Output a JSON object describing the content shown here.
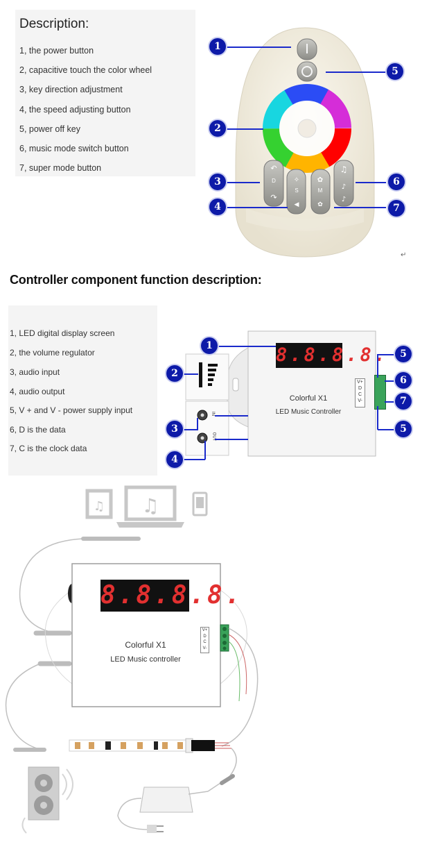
{
  "remote_section": {
    "heading": "Description:",
    "items": [
      "1, the power button",
      "2, capacitive touch the color wheel",
      "3, key direction adjustment",
      "4, the speed adjusting button",
      "5, power off key",
      "6, music mode switch button",
      "7, super mode button"
    ],
    "badges": [
      "1",
      "2",
      "3",
      "4",
      "5",
      "6",
      "7"
    ],
    "key_labels": [
      "D",
      "S",
      "M"
    ]
  },
  "controller_section": {
    "heading": "Controller component function description:",
    "items": [
      "1, LED digital display screen",
      "2, the volume regulator",
      "3, audio input",
      "4, audio output",
      "5, V + and V - power supply input",
      "6, D is the data",
      "7, C is the clock data"
    ],
    "badges": [
      "1",
      "2",
      "3",
      "4",
      "5",
      "6",
      "7",
      "5"
    ],
    "display": "8.8.8.8.",
    "brand": "Colorful  X1",
    "subtitle": "LED Music Controller",
    "terminals": [
      "V+",
      "D",
      "C",
      "V-"
    ],
    "port_labels": [
      "IN",
      "OUT"
    ]
  },
  "wiring_section": {
    "display": "8.8.8.8.",
    "brand": "Colorful   X1",
    "subtitle": "LED  Music  controller",
    "terminals": [
      "V+",
      "D",
      "C",
      "V-"
    ]
  },
  "colors": {
    "badge": "#0d1aa8",
    "leader_line": "#1a2acb",
    "display_digits": "#e23030",
    "terminal_block": "#3aa35a"
  }
}
